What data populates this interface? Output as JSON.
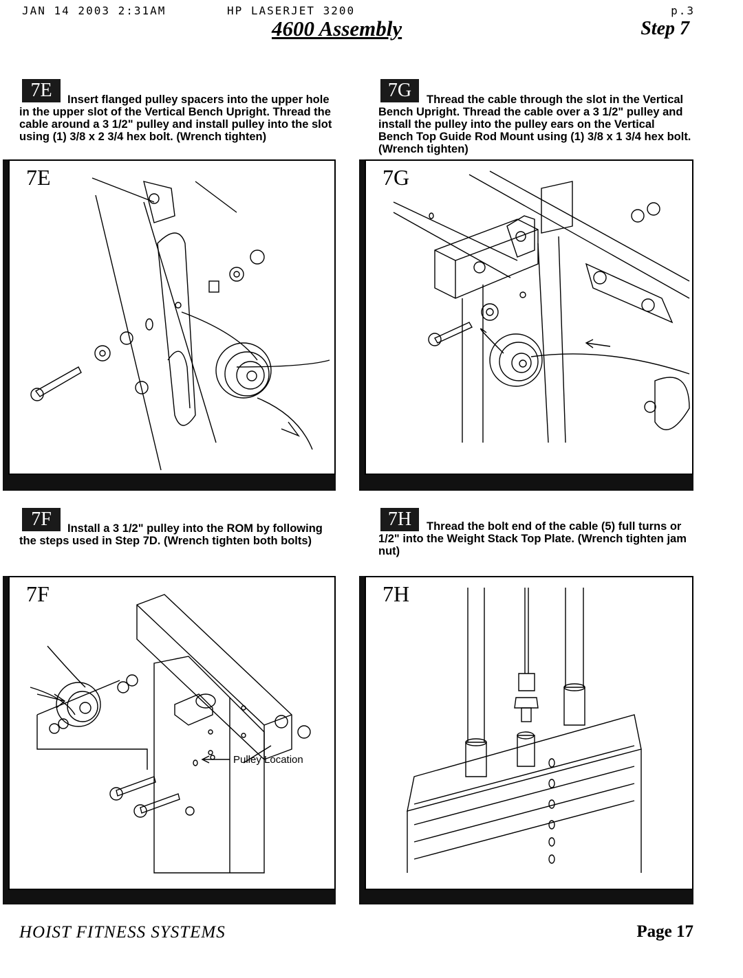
{
  "header": {
    "fax_date": "JAN 14 2003 2:31AM",
    "fax_device": "HP LASERJET 3200",
    "fax_page": "p.3",
    "title": "4600 Assembly",
    "step": "Step 7"
  },
  "sections": [
    {
      "badge": "7E",
      "panel_label": "7E",
      "text": "Insert flanged pulley spacers into the upper hole in the upper slot of the Vertical Bench Upright. Thread the cable around a 3 1/2\" pulley and install pulley into the slot using (1) 3/8 x 2 3/4 hex bolt. (Wrench tighten)"
    },
    {
      "badge": "7G",
      "panel_label": "7G",
      "text": "Thread the cable through the slot in the Vertical Bench Upright. Thread the cable over a 3 1/2\" pulley and install the pulley into the pulley ears on the Vertical Bench Top Guide Rod Mount using (1) 3/8 x 1 3/4 hex bolt. (Wrench tighten)"
    },
    {
      "badge": "7F",
      "panel_label": "7F",
      "text": "Install a 3 1/2\" pulley into the ROM by following the steps used in Step 7D. (Wrench tighten both bolts)"
    },
    {
      "badge": "7H",
      "panel_label": "7H",
      "text": "Thread the bolt end of the cable (5) full turns or 1/2\" into the Weight Stack Top Plate. (Wrench tighten jam nut)"
    }
  ],
  "figure_7f": {
    "callout": "Pulley Location"
  },
  "footer": {
    "company": "HOIST FITNESS SYSTEMS",
    "page": "Page 17"
  }
}
